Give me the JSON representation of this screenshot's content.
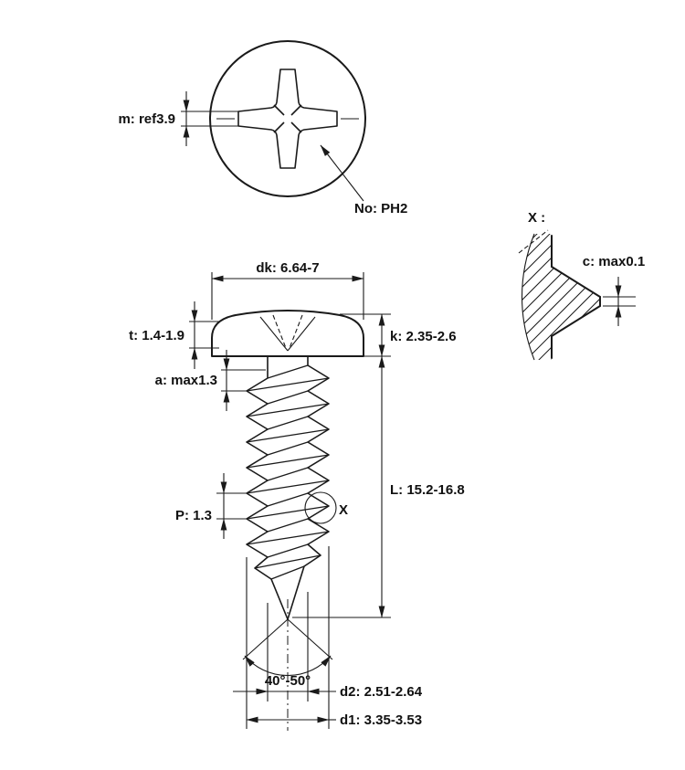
{
  "top_view": {
    "m_dim": "m: ref3.9",
    "recess_type": "No: PH2"
  },
  "front_view": {
    "head_dia": "dk: 6.64-7",
    "recess_depth": "t: 1.4-1.9",
    "head_height": "k: 2.35-2.6",
    "neck": "a: max1.3",
    "pitch": "P: 1.3",
    "length": "L: 15.2-16.8",
    "point_angle": "40°-50°",
    "root_dia": "d2: 2.51-2.64",
    "major_dia": "d1: 3.35-3.53",
    "detail_marker": "X"
  },
  "detail_view": {
    "title": "X :",
    "crest_flat": "c: max0.1"
  }
}
